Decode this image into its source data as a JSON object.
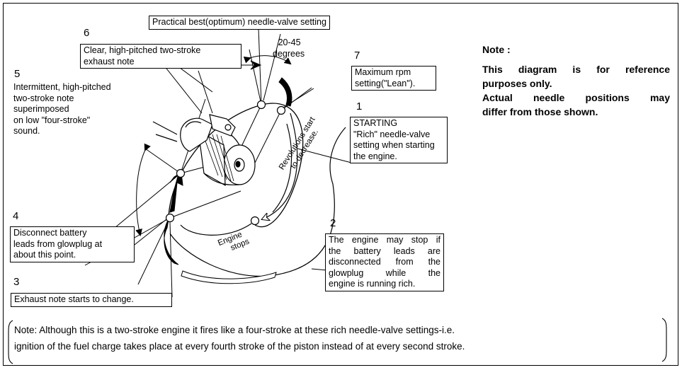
{
  "top_box": "Practical best(optimum) needle-valve setting",
  "angle_label": {
    "line1": "20-45",
    "line2": "degrees"
  },
  "steps": [
    {
      "number": "6",
      "lines": [
        "Clear, high-pitched two-stroke",
        "exhaust note"
      ]
    },
    {
      "number": "5",
      "lines": [
        "Intermittent, high-pitched",
        "two-stroke note",
        "superimposed",
        "on low \"four-stroke\"",
        "sound."
      ]
    },
    {
      "number": "7",
      "lines": [
        "Maximum rpm",
        "setting(\"Lean\")."
      ]
    },
    {
      "number": "1",
      "lines": [
        "STARTING",
        "\"Rich\" needle-valve",
        "setting when starting",
        "the engine."
      ]
    },
    {
      "number": "4",
      "lines": [
        "Disconnect battery",
        "leads from glowplug at",
        "about this point."
      ]
    },
    {
      "number": "2",
      "lines": [
        "The engine may stop if",
        "the battery leads are",
        "disconnected from the",
        "glowplug while the",
        "engine is running rich."
      ]
    },
    {
      "number": "3",
      "lines": [
        "Exhaust note starts to change."
      ]
    }
  ],
  "arrow_labels": {
    "revolutions": [
      "Revolutions start",
      "to decrease."
    ],
    "engine_stops": [
      "Engine",
      "stops"
    ]
  },
  "note": {
    "title": "Note :",
    "lines": [
      "This diagram is for reference",
      "purposes only.",
      "Actual needle positions may",
      "differ from those shown."
    ]
  },
  "bottom_note": [
    "Note: Although this is a two-stroke engine it fires like a four-stroke at these rich needle-valve settings-i.e.",
    "ignition of the fuel charge takes place at every fourth stroke of the piston instead of at every second stroke."
  ]
}
